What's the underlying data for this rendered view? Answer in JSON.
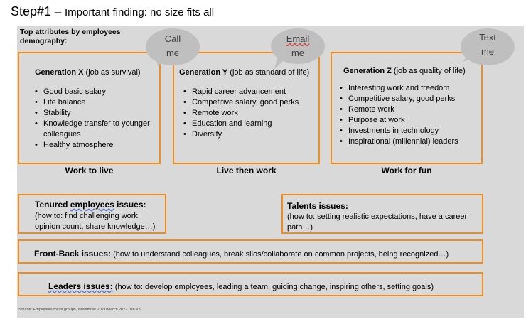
{
  "title": {
    "step": "Step#1",
    "dash": " – ",
    "subtitle": "Important finding: no size fits all"
  },
  "top_attributes_label": "Top attributes by employees demography:",
  "bubbles": {
    "call": [
      "Call",
      "me"
    ],
    "email": [
      "Email",
      "me"
    ],
    "text": [
      "Text",
      "me"
    ]
  },
  "generations": [
    {
      "name": "Generation X",
      "note": "(job as survival)",
      "items": [
        "Good basic salary",
        "Life balance",
        "Stability",
        "Knowledge transfer to younger colleagues",
        "Healthy atmosphere"
      ],
      "caption": "Work to live"
    },
    {
      "name": "Generation Y",
      "note": "(job as standard of life)",
      "items": [
        "Rapid career advancement",
        "Competitive salary, good perks",
        "Remote work",
        "Education and learning",
        "Diversity"
      ],
      "caption": "Live then work"
    },
    {
      "name": "Generation Z",
      "note": "(job as quality of life)",
      "items": [
        "Interesting work and freedom",
        "Competitive salary, good perks",
        "Remote work",
        "Purpose at work",
        "Investments in technology",
        "Inspirational (millennial) leaders"
      ],
      "caption": "Work for fun"
    }
  ],
  "issues": {
    "tenured": {
      "title_a": "Tenured ",
      "title_b": "employees",
      "title_c": " issues:",
      "line1": "(how to: find challenging work,",
      "line2": "opinion count, share knowledge…)"
    },
    "talents": {
      "title": "Talents issues:",
      "line1": "(how to: setting realistic expectations, have a career",
      "line2": "path…)"
    },
    "frontback": {
      "title": "Front-Back issues:",
      "text": " (how to understand colleagues, break silos/collaborate on common projects, being recognized…)"
    },
    "leaders": {
      "title": "Leaders issues:",
      "text": " (how to: develop employees, leading a team, guiding change, inspiring others, setting goals)"
    }
  },
  "source": "Source: Employees focus groups, November 2021/March 2022. N=309"
}
